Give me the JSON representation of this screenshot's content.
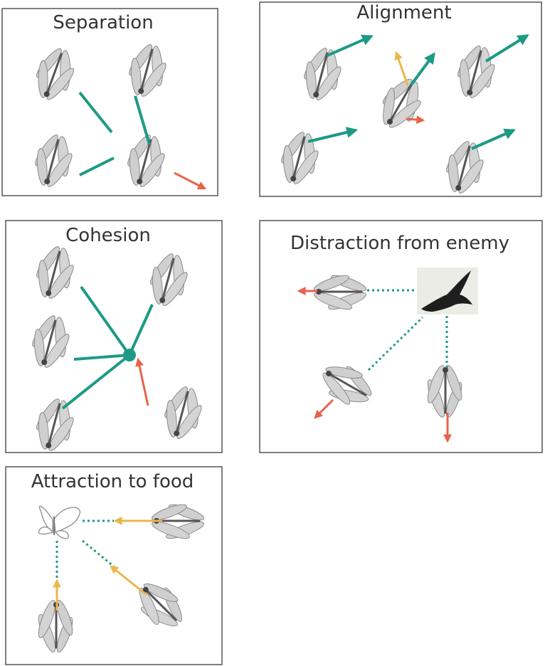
{
  "panels": {
    "separation": {
      "title": "Separation"
    },
    "alignment": {
      "title": "Alignment"
    },
    "cohesion": {
      "title": "Cohesion"
    },
    "distraction": {
      "title": "Distraction from enemy"
    },
    "attraction": {
      "title": "Attraction to food"
    }
  },
  "colors": {
    "teal": "#1d9a86",
    "red": "#e8634a",
    "yellow": "#e9b84a",
    "dragonfly": "#6f6f6f",
    "border": "#555555"
  },
  "icons": {
    "agent": "dragonfly-icon",
    "enemy": "bird-icon",
    "food": "butterfly-icon"
  }
}
